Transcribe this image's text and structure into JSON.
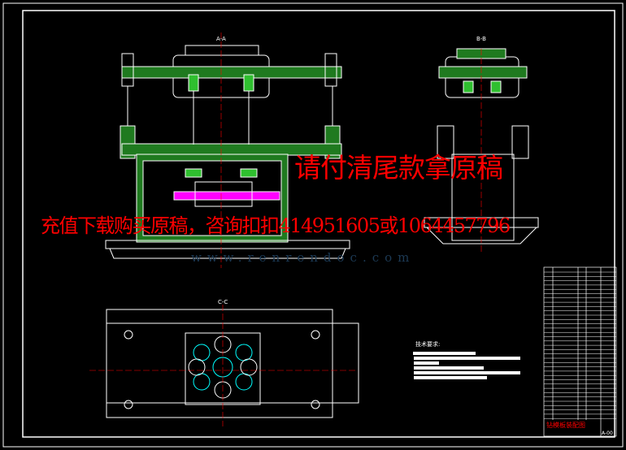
{
  "drawing": {
    "title": "钻模板装配图",
    "drawing_number": "A-00",
    "technical_requirements_heading": "技术要求:",
    "section_labels": [
      "A-A",
      "B-B",
      "C-C"
    ]
  },
  "overlay_text": {
    "notice_1": "请付清尾款拿原稿",
    "notice_2": "充值下载购买原稿，咨询扣扣414951605或1064457796",
    "watermark": "www.renrendoc.com"
  },
  "colors": {
    "background": "#000000",
    "lines": "#ffffff",
    "hatch": "#2fbf2f",
    "part": "#ff00ff",
    "center": "#ff0000",
    "cyan": "#00ffff"
  }
}
